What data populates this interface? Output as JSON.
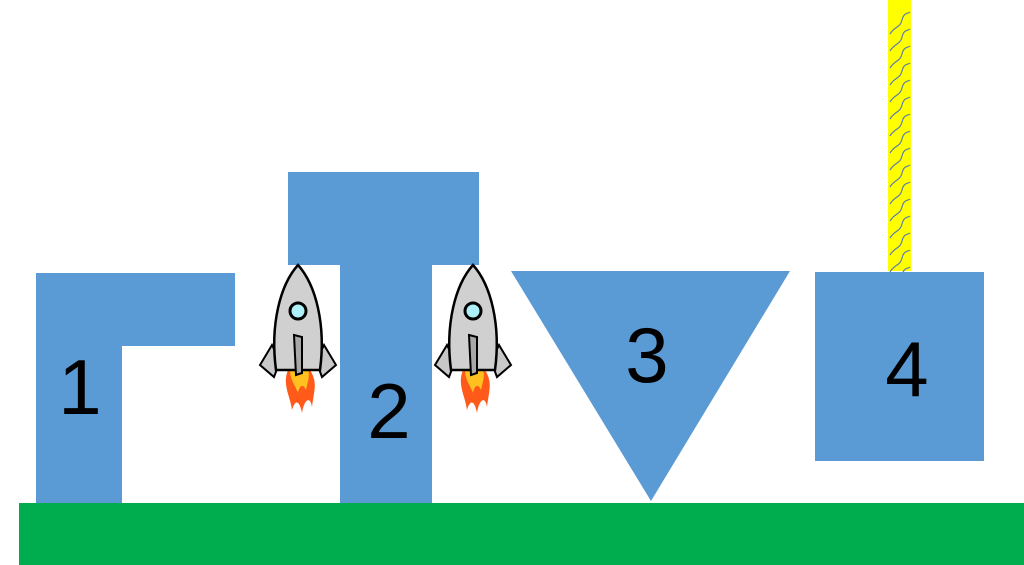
{
  "labels": {
    "shape1": "1",
    "shape2": "2",
    "shape3": "3",
    "shape4": "4"
  },
  "colors": {
    "shape": "#5b9bd5",
    "ground": "#00ad4e",
    "rope": "#ffff00",
    "rope_strand": "#5b7fa8"
  },
  "icons": [
    "rocket-icon",
    "rocket-icon",
    "rope-icon"
  ]
}
